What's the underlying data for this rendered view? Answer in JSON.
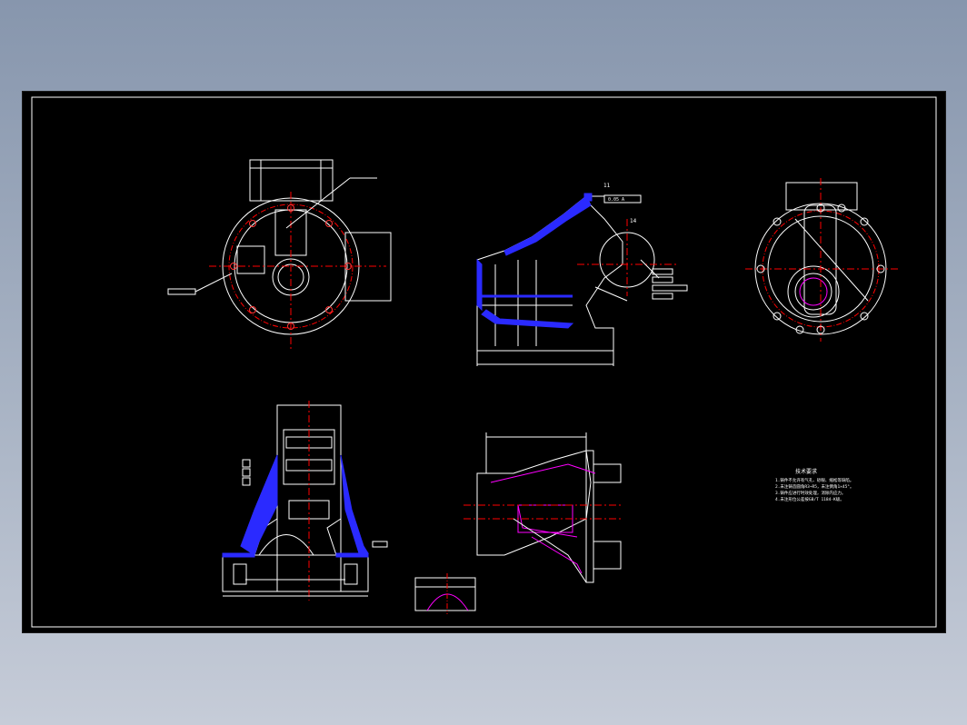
{
  "drawing": {
    "background": "#000000",
    "colors": {
      "outline": "#ffffff",
      "center_line": "#ff0000",
      "section_hatch": "#2a2aff",
      "highlight": "#ff00ff"
    },
    "callouts": {
      "top_right_balloon": "11",
      "gdt_primary": "0.05 A",
      "side_number": "14"
    },
    "notes": {
      "title": "技术要求",
      "lines": [
        "1.铸件不允许有气孔、砂眼、缩松等缺陷。",
        "2.未注铸造圆角R3~R5，未注倒角1×45°。",
        "3.铸件应进行时效处理，消除内应力。",
        "4.未注形位公差按GB/T 1184-K级。"
      ]
    }
  }
}
